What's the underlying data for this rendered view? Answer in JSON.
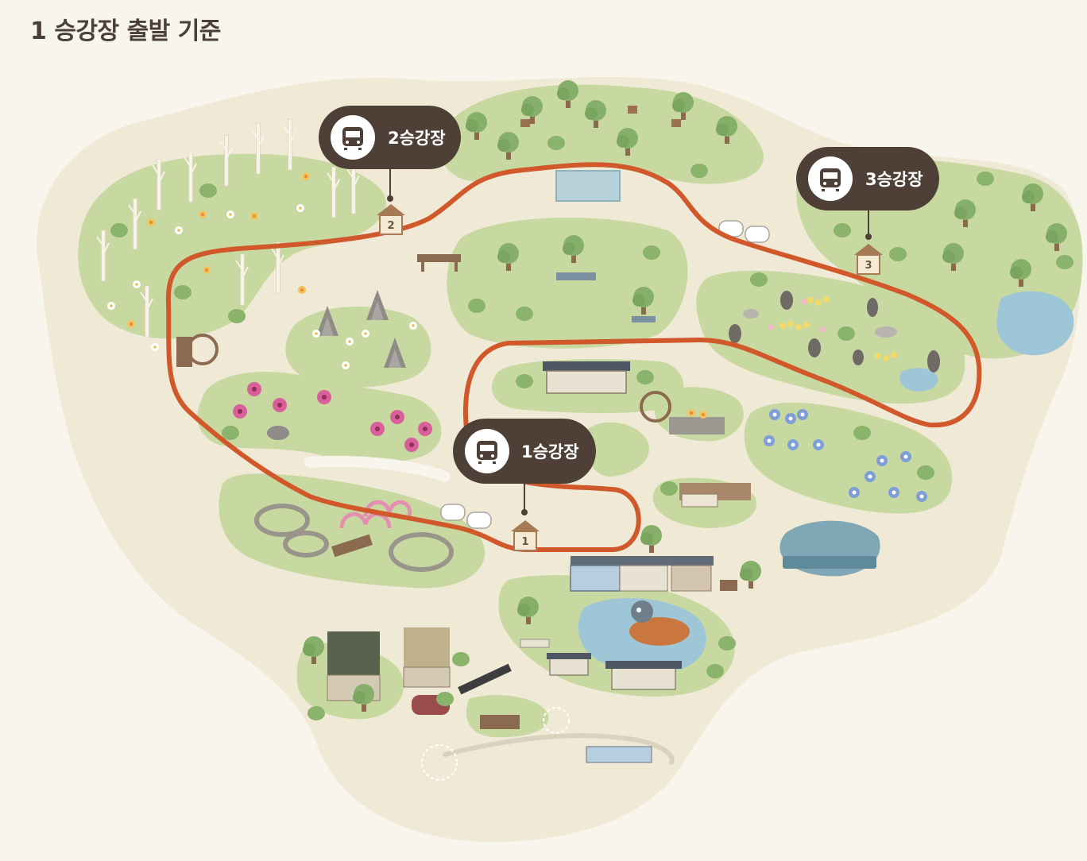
{
  "header": {
    "title": "1 승강장 출발 기준"
  },
  "stations": [
    {
      "id": "station-1",
      "label": "1승강장",
      "sign_number": "1"
    },
    {
      "id": "station-2",
      "label": "2승강장",
      "sign_number": "2"
    },
    {
      "id": "station-3",
      "label": "3승강장",
      "sign_number": "3"
    }
  ],
  "icons": {
    "station_marker": "train-icon",
    "sign": "signpost-icon"
  },
  "colors": {
    "background": "#f8f5ec",
    "land": "#efe9d6",
    "grass": "#c7d9a0",
    "route": "#d0582a",
    "marker": "#4e4037"
  }
}
